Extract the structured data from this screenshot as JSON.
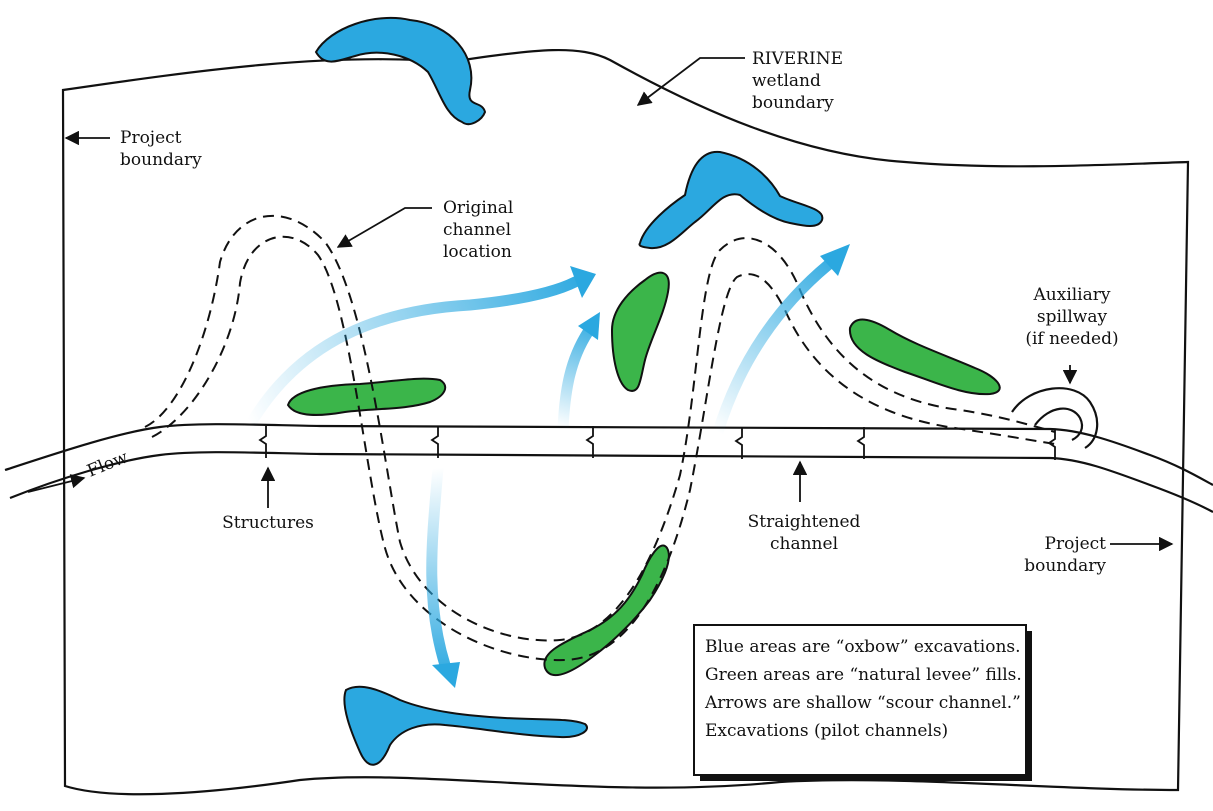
{
  "labels": {
    "riverine_1": "RIVERINE",
    "riverine_2": "wetland",
    "riverine_3": "boundary",
    "project_left_1": "Project",
    "project_left_2": "boundary",
    "original_1": "Original",
    "original_2": "channel",
    "original_3": "location",
    "auxiliary_1": "Auxiliary",
    "auxiliary_2": "spillway",
    "auxiliary_3": "(if needed)",
    "flow": "Flow",
    "structures": "Structures",
    "straightened_1": "Straightened",
    "straightened_2": "channel",
    "project_right_1": "Project",
    "project_right_2": "boundary"
  },
  "legend": {
    "line_1": "Blue areas are “oxbow” excavations.",
    "line_2": "Green areas are “natural levee” fills.",
    "line_3": "Arrows are shallow “scour channel.”",
    "line_4": "Excavations (pilot channels)"
  },
  "colors": {
    "oxbow_blue": "#2ba8e0",
    "levee_green": "#3bb54a",
    "line": "#111111"
  }
}
